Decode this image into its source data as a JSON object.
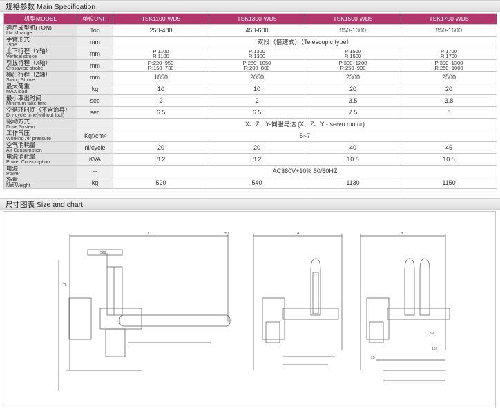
{
  "sections": {
    "main_spec": "规格参数  Main Specification",
    "size_chart": "尺寸图表  Size and chart"
  },
  "table": {
    "header": [
      "机型MODEL",
      "单位UNIT",
      "TSK1100-WD5",
      "TSK1300-WD5",
      "TSK1500-WD5",
      "TSK1700-WD5"
    ],
    "rows": [
      {
        "cn": "适用成型机(TON)",
        "en": "I.M.M.range",
        "unit": "Ton",
        "values": [
          "250-480",
          "450-600",
          "850-1300",
          "850-1600"
        ]
      },
      {
        "cn": "手臂形式",
        "en": "Type",
        "unit": "mm",
        "merged": "双段（倍速式）（Telescopic type）"
      },
      {
        "cn": "上下行程（Y轴）",
        "en": "Vertical stroke",
        "unit": "mm",
        "values2": [
          [
            "P:1100",
            "R:1100"
          ],
          [
            "P:1300",
            "R:1300"
          ],
          [
            "P:1500",
            "R:1500"
          ],
          [
            "P:1700",
            "R:1700"
          ]
        ]
      },
      {
        "cn": "引拔行程（X轴）",
        "en": "Crosswise stroke",
        "unit": "mm",
        "values2": [
          [
            "P:220~950",
            "R:150~730"
          ],
          [
            "P:250~1050",
            "R:200~800"
          ],
          [
            "P:300~1200",
            "R:250~900"
          ],
          [
            "P:300~1300",
            "R:250~1000"
          ]
        ]
      },
      {
        "cn": "横出行程（Z轴）",
        "en": "Swing Stroke",
        "unit": "mm",
        "values": [
          "1850",
          "2050",
          "2300",
          "2500"
        ]
      },
      {
        "cn": "最大荷重",
        "en": "MAX load",
        "unit": "kg",
        "values": [
          "10",
          "10",
          "20",
          "20"
        ]
      },
      {
        "cn": "最小取出时间",
        "en": "Minimum take time",
        "unit": "sec",
        "values": [
          "2",
          "2",
          "3.5",
          "3.8"
        ]
      },
      {
        "cn": "空循环时间（不含治具）",
        "en": "Dry cycle time(without tool)",
        "unit": "sec",
        "values": [
          "6.5",
          "6.5",
          "7.5",
          "8"
        ]
      },
      {
        "cn": "驱动方式",
        "en": "Drive System",
        "unit": "",
        "merged": "X、Z、Y-伺服马达 (X、Z、Y - servo motor)"
      },
      {
        "cn": "工作气压",
        "en": "Working Air pressure",
        "unit": "Kgf/cm²",
        "merged": "5~7"
      },
      {
        "cn": "空气消耗量",
        "en": "Air Consumption",
        "unit": "nl/cycle",
        "values": [
          "20",
          "20",
          "40",
          "45"
        ]
      },
      {
        "cn": "电源消耗量",
        "en": "Power Consumption",
        "unit": "KVA",
        "values": [
          "8.2",
          "8.2",
          "10.8",
          "10.8"
        ]
      },
      {
        "cn": "电源",
        "en": "Power",
        "unit": "–",
        "merged": "AC380V+10%  50/60HZ"
      },
      {
        "cn": "净重",
        "en": "Net Weight",
        "unit": "kg",
        "values": [
          "520",
          "540",
          "1130",
          "1150"
        ]
      }
    ]
  },
  "drawing_labels": {
    "dim_c": "C",
    "dim_250": "250",
    "dim_568": "568",
    "dim_75": "75",
    "dim_a": "A",
    "dim_b": "B",
    "dim_25": "25",
    "dim_92": "92",
    "dim_152": "152"
  },
  "colors": {
    "header_bg": "#b2356b",
    "label_bg": "#e2e2e2"
  }
}
